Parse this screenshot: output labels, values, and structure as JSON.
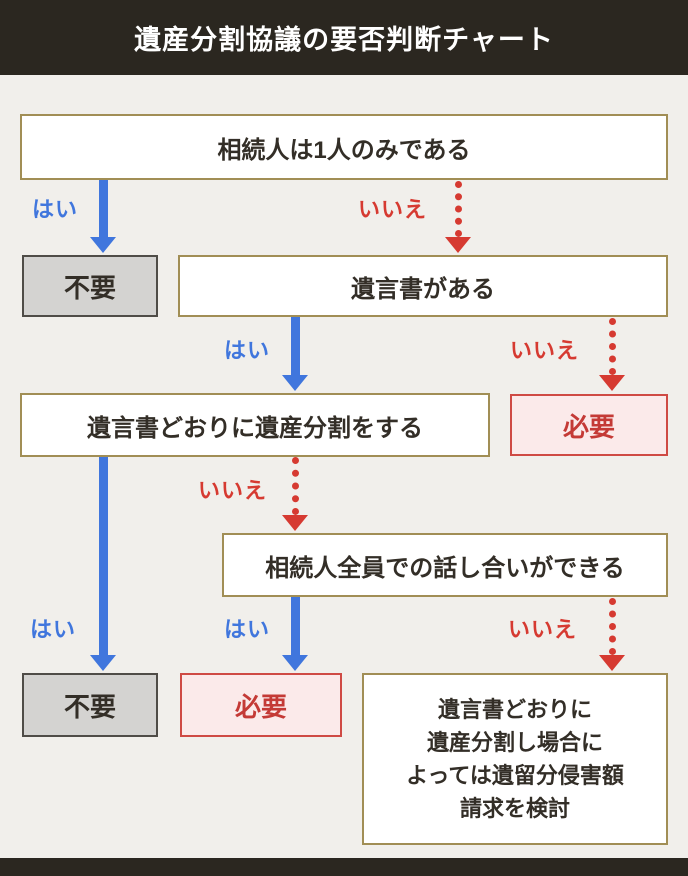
{
  "header": {
    "title": "遺産分割協議の要否判断チャート"
  },
  "labels": {
    "yes": "はい",
    "no": "いいえ"
  },
  "nodes": {
    "q1": {
      "text": "相続人は1人のみである"
    },
    "q2": {
      "text": "遺言書がある"
    },
    "q3": {
      "text": "遺言書どおりに遺産分割をする"
    },
    "q4": {
      "text": "相続人全員での話し合いができる"
    },
    "result_no_1": {
      "text": "不要"
    },
    "result_no_2": {
      "text": "不要"
    },
    "result_yes_1": {
      "text": "必要"
    },
    "result_yes_2": {
      "text": "必要"
    },
    "note": {
      "text": "遺言書どおりに\n遺産分割し場合に\nよっては遺留分侵害額\n請求を検討"
    }
  },
  "edges": [
    {
      "from": "q1",
      "label": "はい",
      "to": "result_no_1",
      "style": "solid-blue"
    },
    {
      "from": "q1",
      "label": "いいえ",
      "to": "q2",
      "style": "dotted-red"
    },
    {
      "from": "q2",
      "label": "はい",
      "to": "q3",
      "style": "solid-blue"
    },
    {
      "from": "q2",
      "label": "いいえ",
      "to": "result_yes_1",
      "style": "dotted-red"
    },
    {
      "from": "q3",
      "label": "はい",
      "to": "result_no_2",
      "style": "solid-blue"
    },
    {
      "from": "q3",
      "label": "いいえ",
      "to": "q4",
      "style": "dotted-red"
    },
    {
      "from": "q4",
      "label": "はい",
      "to": "result_yes_2",
      "style": "solid-blue"
    },
    {
      "from": "q4",
      "label": "いいえ",
      "to": "note",
      "style": "dotted-red"
    }
  ],
  "colors": {
    "header_bg": "#2b2720",
    "page_bg": "#f1efeb",
    "box_border_gold": "#a18e55",
    "text_dark": "#332e27",
    "yes_blue": "#4076dd",
    "no_red": "#d63a31",
    "gray_box_bg": "#d4d3d1",
    "gray_box_border": "#4f4c47",
    "pink_box_bg": "#fbeaea",
    "pink_box_border": "#cf4a44"
  }
}
